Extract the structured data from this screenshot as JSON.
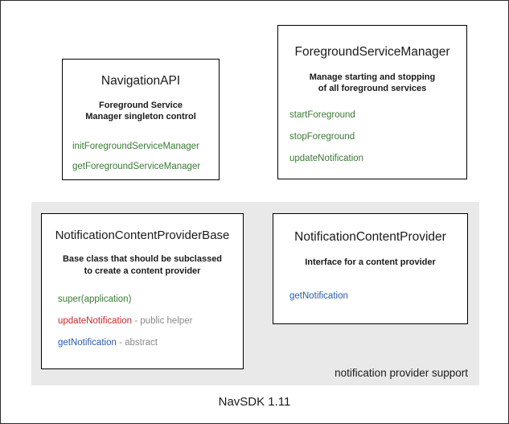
{
  "diagram": {
    "footer_caption": "NavSDK 1.11",
    "group": {
      "label": "notification provider support",
      "background": "#e9e9e9"
    },
    "colors": {
      "method_green": "#3a7a33",
      "method_red": "#c62828",
      "method_blue": "#2a5caa",
      "note_gray": "#8a8a8a",
      "card_border": "#000000",
      "canvas_border": "#2b2b2b"
    },
    "cards": [
      {
        "id": "navigation-api",
        "title": "NavigationAPI",
        "description_lines": [
          "Foreground Service",
          "Manager singleton control"
        ],
        "methods": [
          {
            "name": "initForegroundServiceManager",
            "color": "green",
            "note": ""
          },
          {
            "name": "getForegroundServiceManager",
            "color": "green",
            "note": ""
          }
        ]
      },
      {
        "id": "foreground-service-manager",
        "title": "ForegroundServiceManager",
        "description_lines": [
          "Manage starting and stopping",
          "of all foreground services"
        ],
        "methods": [
          {
            "name": "startForeground",
            "color": "green",
            "note": ""
          },
          {
            "name": "stopForeground",
            "color": "green",
            "note": ""
          },
          {
            "name": "updateNotification",
            "color": "green",
            "note": ""
          }
        ]
      },
      {
        "id": "notification-content-provider-base",
        "title": "NotificationContentProviderBase",
        "description_lines": [
          "Base class that should be subclassed",
          "to create a content provider"
        ],
        "methods": [
          {
            "name": "super(application)",
            "color": "green",
            "note": ""
          },
          {
            "name": "updateNotification",
            "color": "red",
            "note": " - public helper"
          },
          {
            "name": "getNotification",
            "color": "blue",
            "note": " - abstract"
          }
        ]
      },
      {
        "id": "notification-content-provider",
        "title": "NotificationContentProvider",
        "description_lines": [
          "Interface for a content provider"
        ],
        "methods": [
          {
            "name": "getNotification",
            "color": "blue",
            "note": ""
          }
        ]
      }
    ]
  }
}
